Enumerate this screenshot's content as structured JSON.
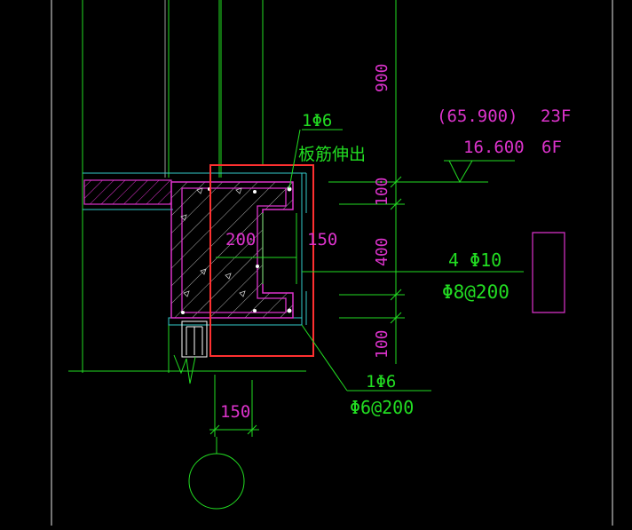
{
  "colors": {
    "background": "#000000",
    "green": "#22dd22",
    "magenta": "#dd33cc",
    "cyan": "#33cccc",
    "red": "#ff3030",
    "white": "#ffffff",
    "gray": "#9a9a9a"
  },
  "annotations": {
    "top_rebar": "1Φ6",
    "top_note": "板筋伸出",
    "bottom_rebar_1": "1Φ6",
    "bottom_rebar_2": "Φ6@200",
    "main_rebar": "4 Φ10",
    "stirrup": "Φ8@200"
  },
  "elevations": {
    "upper": "(65.900)",
    "upper_floor": "23F",
    "lower": "16.600",
    "lower_floor": "6F"
  },
  "dimensions": {
    "v_900": "900",
    "v_100_top": "100",
    "v_400": "400",
    "v_100_bottom": "100",
    "inner_200": "200",
    "inner_150": "150",
    "bottom_150": "150"
  }
}
